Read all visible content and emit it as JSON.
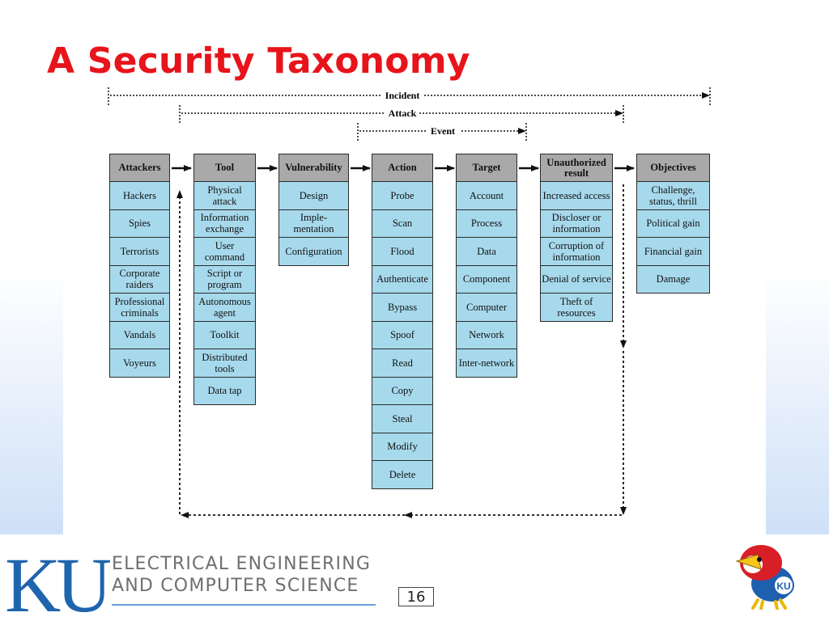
{
  "slide": {
    "title": "A Security Taxonomy",
    "page_number": "16"
  },
  "footer": {
    "logo_text": "KU",
    "dept_line1": "ELECTRICAL ENGINEERING",
    "dept_line2": "AND COMPUTER SCIENCE",
    "mascot_badge": "KU"
  },
  "scopes": {
    "incident": "Incident",
    "attack": "Attack",
    "event": "Event"
  },
  "columns": [
    {
      "header": "Attackers",
      "items": [
        "Hackers",
        "Spies",
        "Terrorists",
        "Corporate raiders",
        "Professional criminals",
        "Vandals",
        "Voyeurs"
      ]
    },
    {
      "header": "Tool",
      "items": [
        "Physical attack",
        "Information exchange",
        "User command",
        "Script or program",
        "Autonomous agent",
        "Toolkit",
        "Distributed tools",
        "Data tap"
      ]
    },
    {
      "header": "Vulnerability",
      "items": [
        "Design",
        "Imple-mentation",
        "Configuration"
      ]
    },
    {
      "header": "Action",
      "items": [
        "Probe",
        "Scan",
        "Flood",
        "Authenticate",
        "Bypass",
        "Spoof",
        "Read",
        "Copy",
        "Steal",
        "Modify",
        "Delete"
      ]
    },
    {
      "header": "Target",
      "items": [
        "Account",
        "Process",
        "Data",
        "Component",
        "Computer",
        "Network",
        "Inter-network"
      ]
    },
    {
      "header": "Unauthorized result",
      "items": [
        "Increased access",
        "Discloser or information",
        "Corruption of information",
        "Denial of service",
        "Theft of resources"
      ]
    },
    {
      "header": "Objectives",
      "items": [
        "Challenge, status, thrill",
        "Political gain",
        "Financial gain",
        "Damage"
      ]
    }
  ]
}
